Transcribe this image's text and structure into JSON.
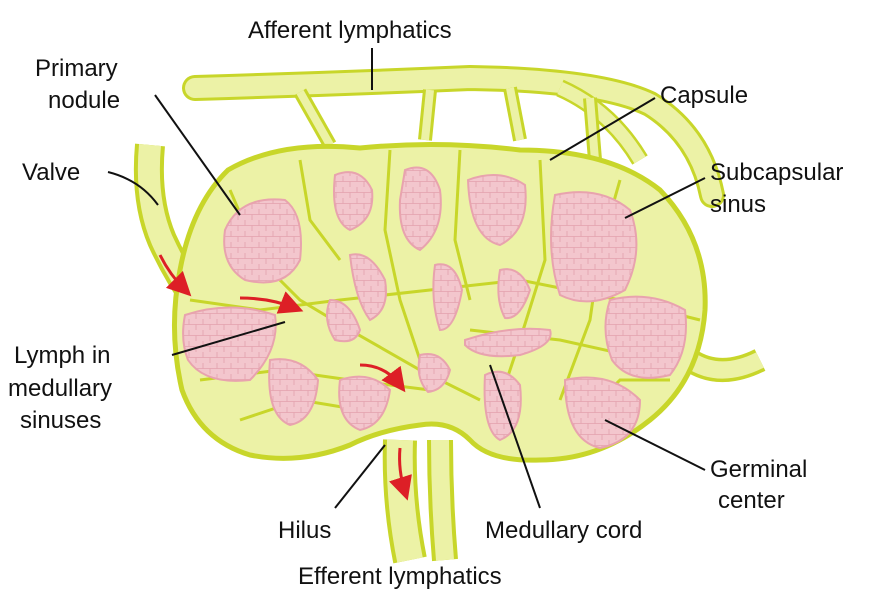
{
  "labels": {
    "afferent": "Afferent lymphatics",
    "primary_l1": "Primary",
    "primary_l2": "nodule",
    "capsule": "Capsule",
    "valve": "Valve",
    "subcapsular_l1": "Subcapsular",
    "subcapsular_l2": "sinus",
    "lymph_l1": "Lymph in",
    "lymph_l2": "medullary",
    "lymph_l3": "sinuses",
    "germinal_l1": "Germinal",
    "germinal_l2": "center",
    "hilus": "Hilus",
    "medullary_cord": "Medullary cord",
    "efferent": "Efferent lymphatics"
  },
  "colors": {
    "tissue": "#ecf2a6",
    "outline": "#c8d62a",
    "nodule": "#f3c6cd",
    "nodule_edge": "#e8a3ae",
    "arrow": "#dd1f26",
    "leader": "#111111"
  }
}
